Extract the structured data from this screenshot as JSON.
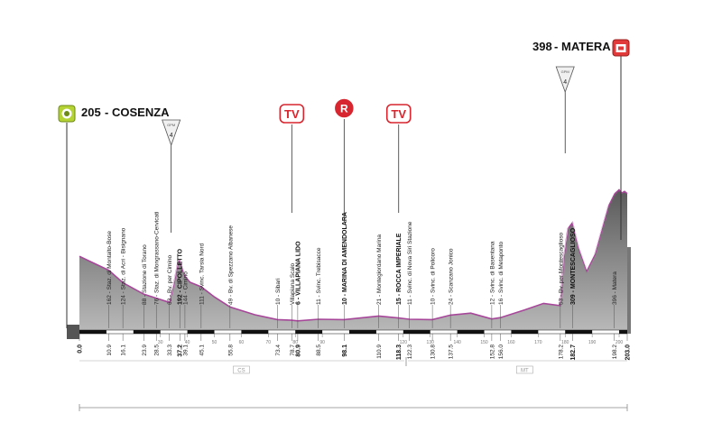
{
  "stage": {
    "start": {
      "alt": "205",
      "name": "COSENZA",
      "km": "0.0"
    },
    "finish": {
      "alt": "398",
      "name": "MATERA",
      "km": "203.0"
    },
    "climbs": [
      {
        "km": 34.0,
        "cat": "4",
        "sub": "GPM"
      },
      {
        "km": 180.0,
        "cat": "4",
        "sub": "GPM"
      }
    ],
    "markers": [
      {
        "type": "TV",
        "km": 78.7
      },
      {
        "type": "R",
        "km": 98.1
      },
      {
        "type": "TV",
        "km": 118.3
      }
    ],
    "places": [
      {
        "km": 10.9,
        "alt": "162",
        "name": "Staz. di Montalto-Bose",
        "bold": false
      },
      {
        "km": 16.1,
        "alt": "124",
        "name": "Staz. di Acri - Bisignano",
        "bold": false
      },
      {
        "km": 23.9,
        "alt": "88",
        "name": "Stazione di Torano",
        "bold": false
      },
      {
        "km": 28.5,
        "alt": "76",
        "name": "Staz. di Mongrassano-Cervicati",
        "bold": false
      },
      {
        "km": 33.3,
        "alt": "63",
        "name": "Bv. per Cimino",
        "bold": false
      },
      {
        "km": 37.2,
        "alt": "192",
        "name": "CIPOLLETTO",
        "bold": true
      },
      {
        "km": 39.1,
        "alt": "144",
        "name": "Cimino",
        "bold": false
      },
      {
        "km": 45.1,
        "alt": "111",
        "name": "Svinc. Tarsia Nord",
        "bold": false
      },
      {
        "km": 55.8,
        "alt": "49",
        "name": "Bv. di Spezzano Albanese",
        "bold": false
      },
      {
        "km": 73.4,
        "alt": "10",
        "name": "Sibari",
        "bold": false
      },
      {
        "km": 78.7,
        "alt": "",
        "name": "Villapiana Scalo",
        "bold": false
      },
      {
        "km": 80.9,
        "alt": "6",
        "name": "VILLAPIANA LIDO",
        "bold": true
      },
      {
        "km": 88.5,
        "alt": "11",
        "name": "Svinc. Trebisacce",
        "bold": false
      },
      {
        "km": 98.1,
        "alt": "10",
        "name": "MARINA DI AMENDOLARA",
        "bold": true
      },
      {
        "km": 110.9,
        "alt": "21",
        "name": "Montegiordano Marina",
        "bold": false
      },
      {
        "km": 118.3,
        "alt": "15",
        "name": "ROCCA IMPERIALE",
        "bold": true
      },
      {
        "km": 122.3,
        "alt": "11",
        "name": "Svinc. di Nova Siri Stazione",
        "bold": false
      },
      {
        "km": 130.8,
        "alt": "10",
        "name": "Svinc. di Policoro",
        "bold": false
      },
      {
        "km": 137.5,
        "alt": "24",
        "name": "Scanzano Jonico",
        "bold": false
      },
      {
        "km": 152.8,
        "alt": "12",
        "name": "Svinc. di Basentana",
        "bold": false
      },
      {
        "km": 156.0,
        "alt": "16",
        "name": "Svinc. di Metaponto",
        "bold": false
      },
      {
        "km": 178.2,
        "alt": "53",
        "name": "Bv. per Montescaglioso",
        "bold": false
      },
      {
        "km": 182.7,
        "alt": "309",
        "name": "MONTESCAGLIOSO",
        "bold": true
      },
      {
        "km": 198.2,
        "alt": "396",
        "name": "Matera",
        "bold": false
      }
    ],
    "km_labels": [
      {
        "km": 0.0,
        "text": "0.0",
        "bold": true
      },
      {
        "km": 10.9,
        "text": "10.9",
        "bold": false
      },
      {
        "km": 16.1,
        "text": "16.1",
        "bold": false
      },
      {
        "km": 23.9,
        "text": "23.9",
        "bold": false
      },
      {
        "km": 28.5,
        "text": "28.5",
        "bold": false
      },
      {
        "km": 33.3,
        "text": "33.3",
        "bold": false
      },
      {
        "km": 37.2,
        "text": "37.2",
        "bold": true
      },
      {
        "km": 39.1,
        "text": "39.1",
        "bold": false
      },
      {
        "km": 45.1,
        "text": "45.1",
        "bold": false
      },
      {
        "km": 55.8,
        "text": "55.8",
        "bold": false
      },
      {
        "km": 73.4,
        "text": "73.4",
        "bold": false
      },
      {
        "km": 78.7,
        "text": "78.7",
        "bold": false
      },
      {
        "km": 80.9,
        "text": "80.9",
        "bold": true
      },
      {
        "km": 88.5,
        "text": "88.5",
        "bold": false
      },
      {
        "km": 98.1,
        "text": "98.1",
        "bold": true
      },
      {
        "km": 110.9,
        "text": "110.9",
        "bold": false
      },
      {
        "km": 118.3,
        "text": "118.3",
        "bold": true
      },
      {
        "km": 122.3,
        "text": "122.3",
        "bold": false
      },
      {
        "km": 130.8,
        "text": "130.8",
        "bold": false
      },
      {
        "km": 137.5,
        "text": "137.5",
        "bold": false
      },
      {
        "km": 152.8,
        "text": "152.8",
        "bold": false
      },
      {
        "km": 156.0,
        "text": "156.0",
        "bold": false
      },
      {
        "km": 178.2,
        "text": "178.2",
        "bold": false
      },
      {
        "km": 182.7,
        "text": "182.7",
        "bold": true
      },
      {
        "km": 198.2,
        "text": "198.2",
        "bold": false
      },
      {
        "km": 203.0,
        "text": "203.0",
        "bold": true
      }
    ],
    "scale_ticks": [
      30,
      40,
      50,
      60,
      70,
      80,
      90,
      120,
      130,
      140,
      150,
      160,
      170,
      180,
      190,
      200
    ],
    "section_labels": [
      {
        "text": "CS",
        "km": 60
      },
      {
        "text": "MT",
        "km": 165
      }
    ],
    "profile": [
      [
        0,
        205
      ],
      [
        5,
        185
      ],
      [
        10.9,
        162
      ],
      [
        16.1,
        124
      ],
      [
        23.9,
        88
      ],
      [
        28.5,
        76
      ],
      [
        33.3,
        63
      ],
      [
        35,
        120
      ],
      [
        36.5,
        185
      ],
      [
        37.2,
        192
      ],
      [
        39.1,
        144
      ],
      [
        41,
        125
      ],
      [
        45.1,
        111
      ],
      [
        50,
        80
      ],
      [
        55.8,
        49
      ],
      [
        65,
        25
      ],
      [
        73.4,
        10
      ],
      [
        78.7,
        8
      ],
      [
        80.9,
        6
      ],
      [
        88.5,
        11
      ],
      [
        98.1,
        10
      ],
      [
        110.9,
        21
      ],
      [
        118.3,
        15
      ],
      [
        122.3,
        11
      ],
      [
        130.8,
        10
      ],
      [
        137.5,
        24
      ],
      [
        145,
        30
      ],
      [
        152.8,
        12
      ],
      [
        156.0,
        16
      ],
      [
        165,
        40
      ],
      [
        172,
        60
      ],
      [
        178.2,
        53
      ],
      [
        179.5,
        200
      ],
      [
        181,
        290
      ],
      [
        182.7,
        309
      ],
      [
        185,
        230
      ],
      [
        188,
        160
      ],
      [
        191,
        210
      ],
      [
        194,
        300
      ],
      [
        196,
        360
      ],
      [
        198.2,
        396
      ],
      [
        200,
        410
      ],
      [
        201,
        400
      ],
      [
        202,
        405
      ],
      [
        203.0,
        398
      ]
    ],
    "icons": {
      "start_color": "#b5d334",
      "finish_color": "#e23a3a",
      "tv_color": "#d7262f",
      "profile_line": "#a7479a"
    }
  }
}
